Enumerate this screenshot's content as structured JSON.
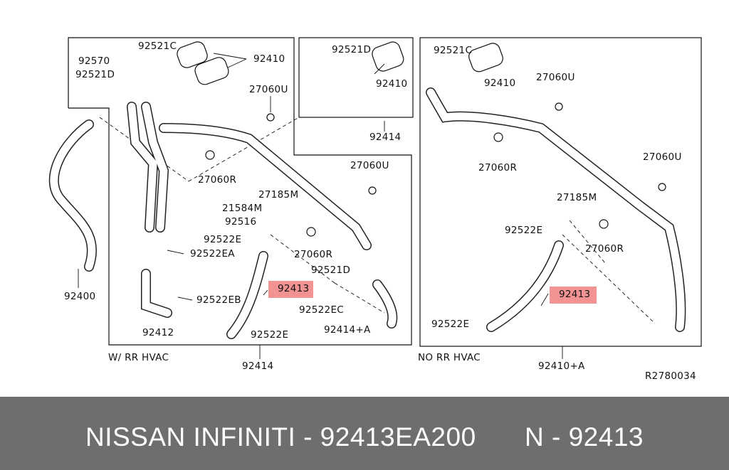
{
  "diagram": {
    "code": "R2780034",
    "left_panel": {
      "caption": "W/ RR HVAC",
      "labels": [
        "92570",
        "92521C",
        "92521D",
        "92410",
        "27060U",
        "27060R",
        "27185M",
        "27060U",
        "21584M",
        "92516",
        "92522E",
        "92522EA",
        "27060R",
        "92521D",
        "92413",
        "92522EB",
        "92522EC",
        "92412",
        "92400",
        "92414+A",
        "92522E",
        "92414"
      ]
    },
    "inset_panel": {
      "labels": [
        "92521D",
        "92410",
        "92414"
      ]
    },
    "right_panel": {
      "caption": "NO RR HVAC",
      "labels": [
        "92521C",
        "92410",
        "27060U",
        "27060R",
        "27185M",
        "27060U",
        "92522E",
        "27060R",
        "92413",
        "92522E",
        "92410+A"
      ]
    },
    "highlight_color": "#f08080"
  },
  "banner": {
    "part_info": "NISSAN  INFINITI - 92413EA200",
    "part_ref": "N - 92413",
    "background": "#6e6e6e"
  }
}
